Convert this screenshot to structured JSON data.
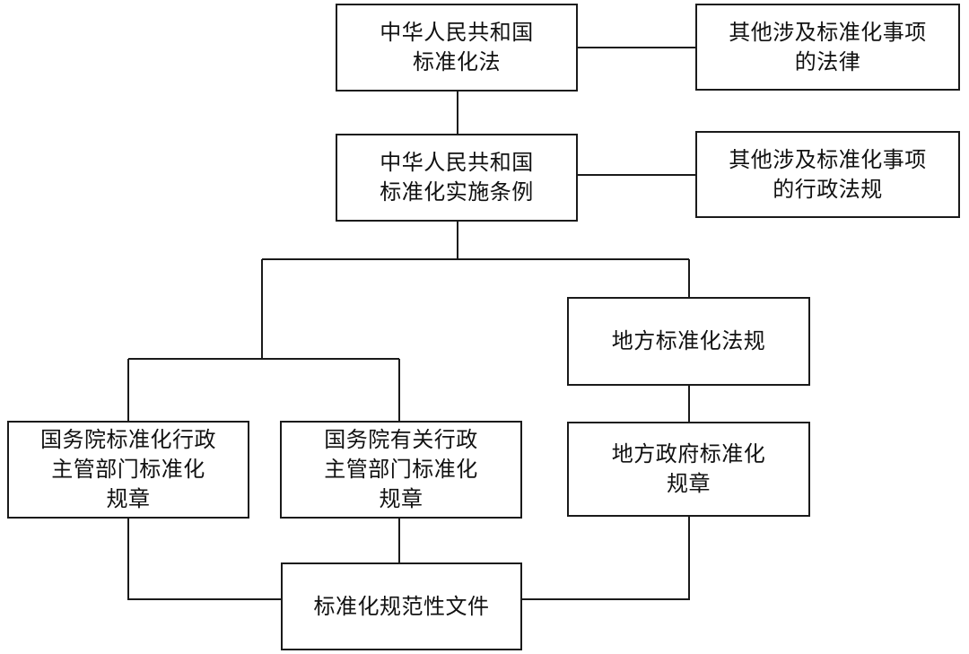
{
  "nodes": {
    "standardization_law": {
      "lines": [
        "中华人民共和国",
        "标准化法"
      ]
    },
    "other_laws": {
      "lines": [
        "其他涉及标准化事项",
        "的法律"
      ]
    },
    "implementation_regulations": {
      "lines": [
        "中华人民共和国",
        "标准化实施条例"
      ]
    },
    "other_admin_regulations": {
      "lines": [
        "其他涉及标准化事项",
        "的行政法规"
      ]
    },
    "local_regulations": {
      "lines": [
        "地方标准化法规"
      ]
    },
    "state_council_admin_rules": {
      "lines": [
        "国务院标准化行政",
        "主管部门标准化",
        "规章"
      ]
    },
    "state_council_related_rules": {
      "lines": [
        "国务院有关行政",
        "主管部门标准化",
        "规章"
      ]
    },
    "local_government_rules": {
      "lines": [
        "地方政府标准化",
        "规章"
      ]
    },
    "normative_documents": {
      "lines": [
        "标准化规范性文件"
      ]
    }
  }
}
